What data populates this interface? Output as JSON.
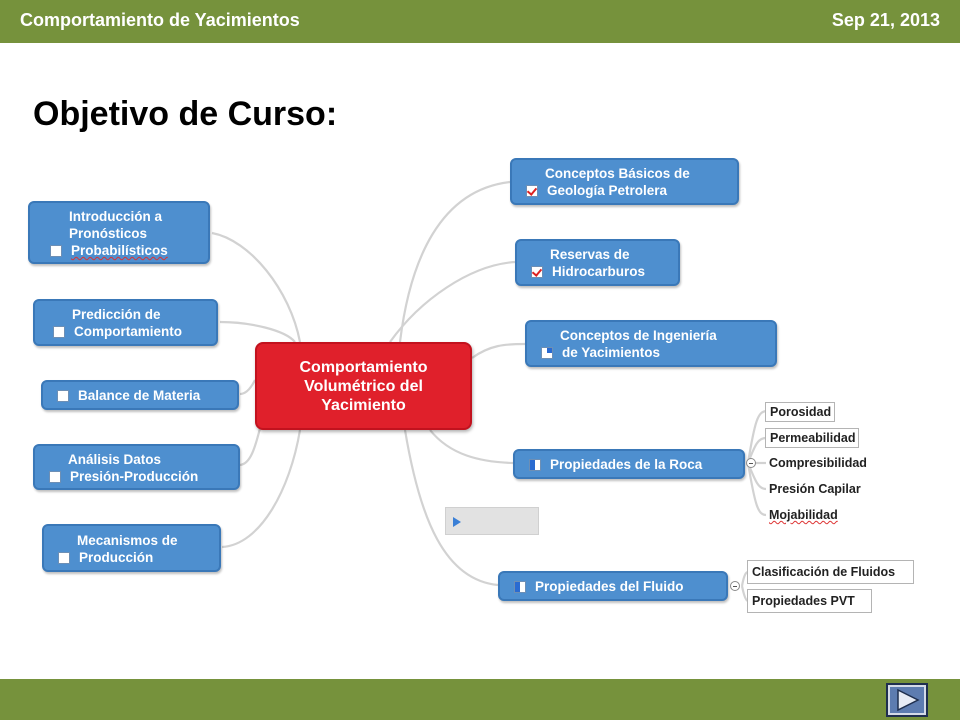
{
  "header": {
    "title": "Comportamiento de Yacimientos",
    "date": "Sep 21, 2013"
  },
  "slide": {
    "title": "Objetivo de Curso:"
  },
  "mindmap": {
    "center": {
      "lines": [
        "Comportamiento",
        "Volumétrico del",
        "Yacimiento"
      ]
    },
    "left": [
      {
        "lines": [
          "Introducción a",
          "Pronósticos",
          "Probabilísticos"
        ],
        "icon": "checkbox-empty-icon"
      },
      {
        "lines": [
          "Predicción de",
          "Comportamiento"
        ],
        "icon": "checkbox-empty-icon"
      },
      {
        "lines": [
          "Balance de Materia"
        ],
        "icon": "checkbox-empty-icon"
      },
      {
        "lines": [
          "Análisis Datos",
          "Presión-Producción"
        ],
        "icon": "checkbox-empty-icon"
      },
      {
        "lines": [
          "Mecanismos de",
          "Producción"
        ],
        "icon": "checkbox-empty-icon"
      }
    ],
    "right": [
      {
        "lines": [
          "Conceptos Básicos de",
          "Geología Petrolera"
        ],
        "icon": "checkbox-checked-icon"
      },
      {
        "lines": [
          "Reservas de",
          "Hidrocarburos"
        ],
        "icon": "checkbox-checked-icon"
      },
      {
        "lines": [
          "Conceptos de Ingeniería",
          "de Yacimientos"
        ],
        "icon": "progress-half-icon"
      },
      {
        "lines": [
          "Propiedades de la Roca"
        ],
        "icon": "progress-quarter-icon",
        "children": [
          "Porosidad",
          "Permeabilidad",
          "Compresibilidad",
          "Presión Capilar",
          "Mojabilidad"
        ]
      },
      {
        "lines": [
          "Propiedades del Fluido"
        ],
        "icon": "progress-quarter-icon",
        "children": [
          "Clasificación de Fluidos",
          "Propiedades PVT"
        ]
      }
    ]
  },
  "colors": {
    "bar": "#76923c",
    "node": "#4e8fcf",
    "center": "#e0202b"
  }
}
